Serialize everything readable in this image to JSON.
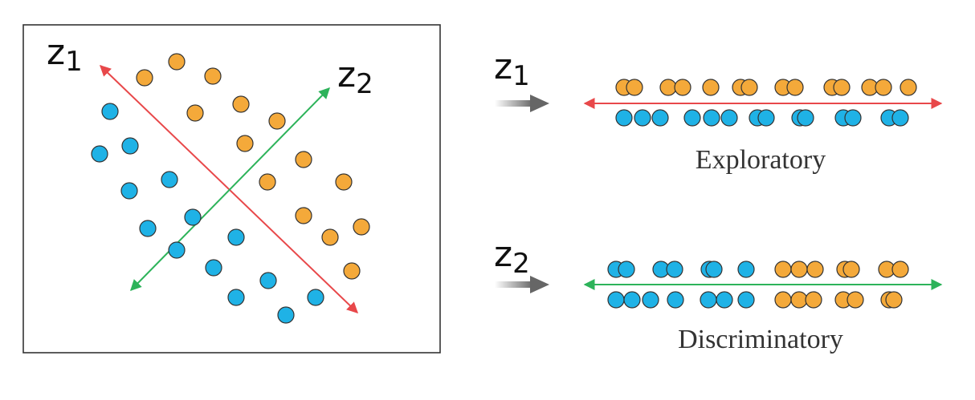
{
  "colors": {
    "orange": "#F4A93A",
    "blue": "#1FB2E6",
    "red": "#E8484A",
    "green": "#2DB35A",
    "outline": "#333333",
    "frame": "#333333",
    "arrow_gray": "#888888"
  },
  "labels": {
    "z1_main": "z",
    "z1_main_sub": "1",
    "z2_main": "z",
    "z2_main_sub": "2",
    "z1_right": "z",
    "z1_right_sub": "1",
    "z2_right": "z",
    "z2_right_sub": "2",
    "exploratory": "Exploratory",
    "discriminatory": "Discriminatory"
  },
  "scatter_points": {
    "orange": [
      [
        0,
        0
      ]
    ],
    "blue": [
      [
        0,
        0
      ]
    ]
  },
  "exploratory_rows": {
    "top": [
      "o",
      "o",
      "o",
      "o",
      "o",
      "o",
      "o",
      "o",
      "o",
      "o",
      "o",
      "o",
      "o",
      "o"
    ],
    "bottom": [
      "b",
      "b",
      "b",
      "b",
      "b",
      "b",
      "b",
      "b",
      "b",
      "b",
      "b",
      "b"
    ]
  },
  "discriminatory_rows": {
    "top": [
      "b",
      "b",
      "b",
      "b",
      "b",
      "b",
      "b",
      "o",
      "o",
      "o",
      "o",
      "o",
      "o",
      "o"
    ],
    "bottom": [
      "b",
      "b",
      "b",
      "b",
      "b",
      "b",
      "b",
      "o",
      "o",
      "o",
      "o",
      "o",
      "o"
    ]
  }
}
